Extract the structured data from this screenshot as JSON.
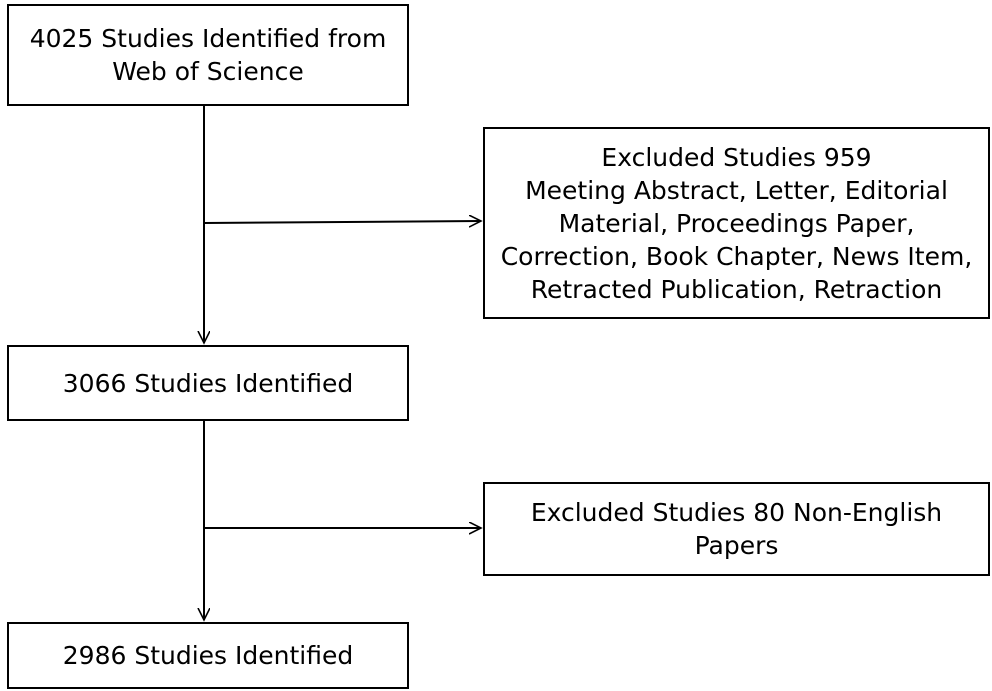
{
  "flowchart": {
    "box_identified_wos": {
      "lines": [
        "4025 Studies Identified from",
        "Web of Science"
      ]
    },
    "box_excluded_1": {
      "lines": [
        "Excluded Studies 959",
        "Meeting Abstract, Letter, Editorial",
        "Material, Proceedings Paper,",
        "Correction, Book Chapter, News Item,",
        "Retracted Publication, Retraction"
      ]
    },
    "box_identified_2": {
      "lines": [
        "3066 Studies Identified"
      ]
    },
    "box_excluded_2": {
      "lines": [
        "Excluded Studies 80 Non-English",
        "Papers"
      ]
    },
    "box_identified_3": {
      "lines": [
        "2986 Studies Identified"
      ]
    },
    "line_color": "#000000",
    "box_border_color": "#000000"
  }
}
